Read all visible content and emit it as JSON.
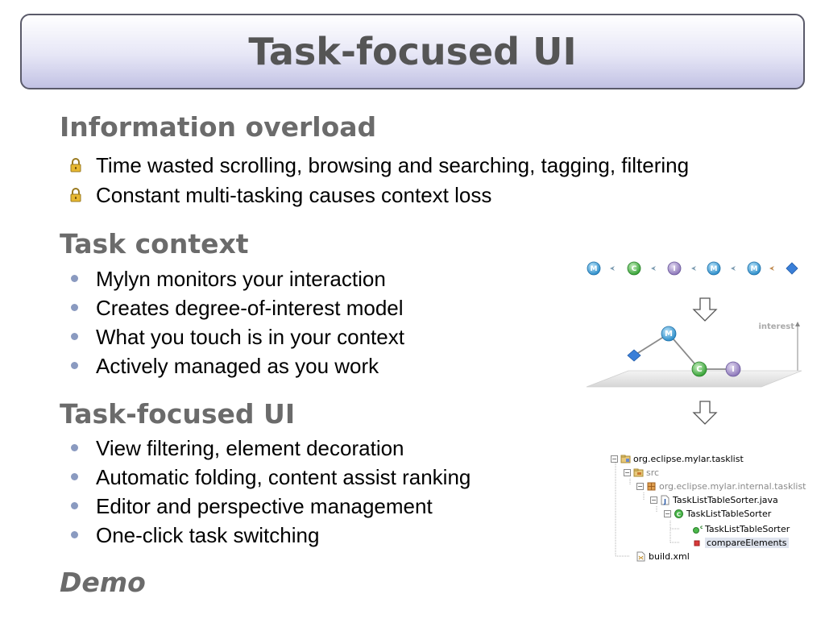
{
  "title": "Task-focused UI",
  "sections": [
    {
      "heading": "Information overload",
      "bullet_style": "lock-icon",
      "items": [
        "Time wasted scrolling, browsing and searching, tagging, filtering",
        "Constant multi-tasking causes context loss"
      ]
    },
    {
      "heading": "Task context",
      "bullet_style": "dot",
      "items": [
        "Mylyn monitors your interaction",
        "Creates degree-of-interest model",
        "What you touch is in your context",
        "Actively managed as you work"
      ]
    },
    {
      "heading": "Task-focused UI",
      "bullet_style": "dot",
      "items": [
        "View filtering, element decoration",
        "Automatic folding, content assist ranking",
        "Editor and perspective management",
        "One-click task switching"
      ]
    },
    {
      "heading": "Demo"
    }
  ],
  "diagram": {
    "sequence_labels": [
      "M",
      "C",
      "I",
      "M",
      "M"
    ],
    "interest_label": "interest",
    "point_labels": [
      "M",
      "C",
      "I"
    ]
  },
  "tree": {
    "rows": [
      "org.eclipse.mylar.tasklist",
      "src",
      "org.eclipse.mylar.internal.tasklist",
      "TaskListTableSorter.java",
      "TaskListTableSorter",
      "TaskListTableSorter",
      "compareElements",
      "build.xml"
    ]
  },
  "colors": {
    "heading": "#6b6b6b",
    "bullet_dot": "#8a9ac0",
    "title_text": "#555555",
    "node_m": "#3aa0d8",
    "node_c": "#4cb84c",
    "node_i": "#9c88c4",
    "node_diamond": "#3a7fd8"
  }
}
